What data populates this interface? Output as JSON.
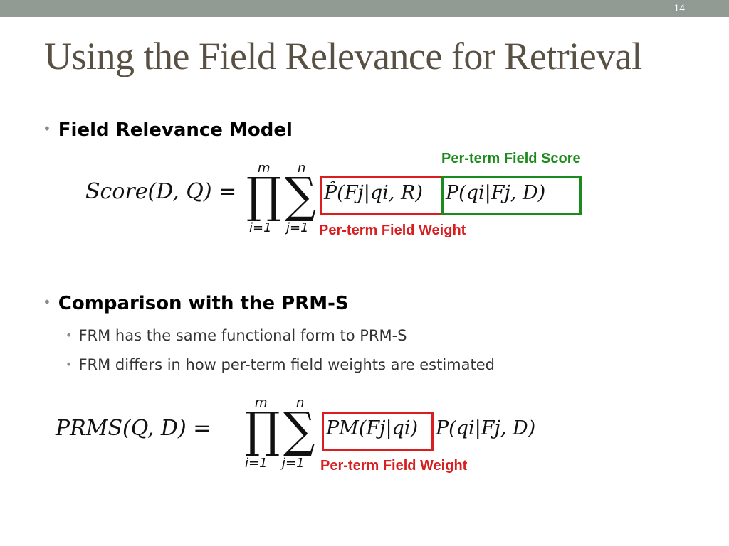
{
  "slide": {
    "page_number": "14",
    "title": "Using the Field Relevance for Retrieval"
  },
  "bullets": [
    {
      "text": "Field Relevance Model"
    },
    {
      "text": "Comparison with the PRM-S",
      "subitems": [
        "FRM has the same functional form to PRM-S",
        "FRM differs in how per-term field weights are estimated"
      ]
    }
  ],
  "equation1": {
    "lhs": "Score(D, Q) =",
    "prod_upper": "m",
    "prod_lower": "i=1",
    "sum_upper": "n",
    "sum_lower": "j=1",
    "term_weight": "P̂(Fj|qi, R)",
    "term_score": "P(qi|Fj, D)",
    "annotation_score": "Per-term Field Score",
    "annotation_weight": "Per-term Field Weight"
  },
  "equation2": {
    "lhs": "PRMS(Q, D) =",
    "prod_upper": "m",
    "prod_lower": "i=1",
    "sum_upper": "n",
    "sum_lower": "j=1",
    "term_weight": "PM(Fj|qi)",
    "term_score": "P(qi|Fj, D)",
    "annotation_weight": "Per-term Field Weight"
  },
  "colors": {
    "topbar": "#919b94",
    "title": "#585043",
    "weight_box": "#d81e1e",
    "score_box": "#1c8a1c"
  }
}
